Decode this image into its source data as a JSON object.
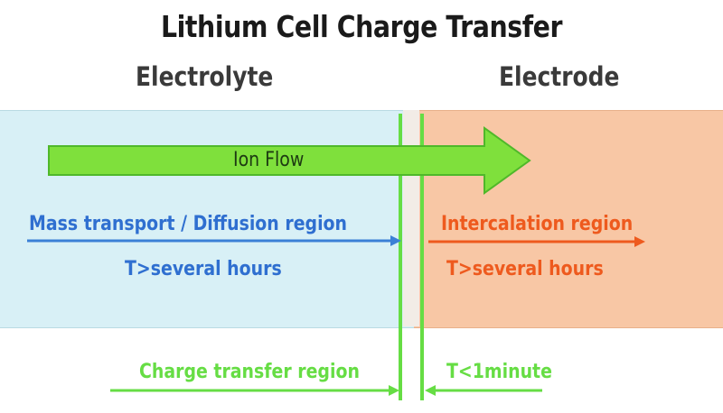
{
  "title": "Lithium Cell Charge Transfer",
  "left_side": {
    "label": "Electrolyte"
  },
  "right_side": {
    "label": "Electrode"
  },
  "ion_flow": {
    "label": "Ion Flow"
  },
  "diffusion": {
    "label": "Mass transport / Diffusion region",
    "time": "T>several hours"
  },
  "intercalation": {
    "label": "Intercalation region",
    "time": "T>several hours"
  },
  "charge_transfer": {
    "label": "Charge transfer region",
    "time": "T<1minute"
  },
  "colors": {
    "electrolyte_bg": "#d8f0f6",
    "electrode_bg": "#f8c7a5",
    "green": "#66dd44",
    "blue": "#2f6fd0",
    "orange": "#ee5a1e"
  }
}
